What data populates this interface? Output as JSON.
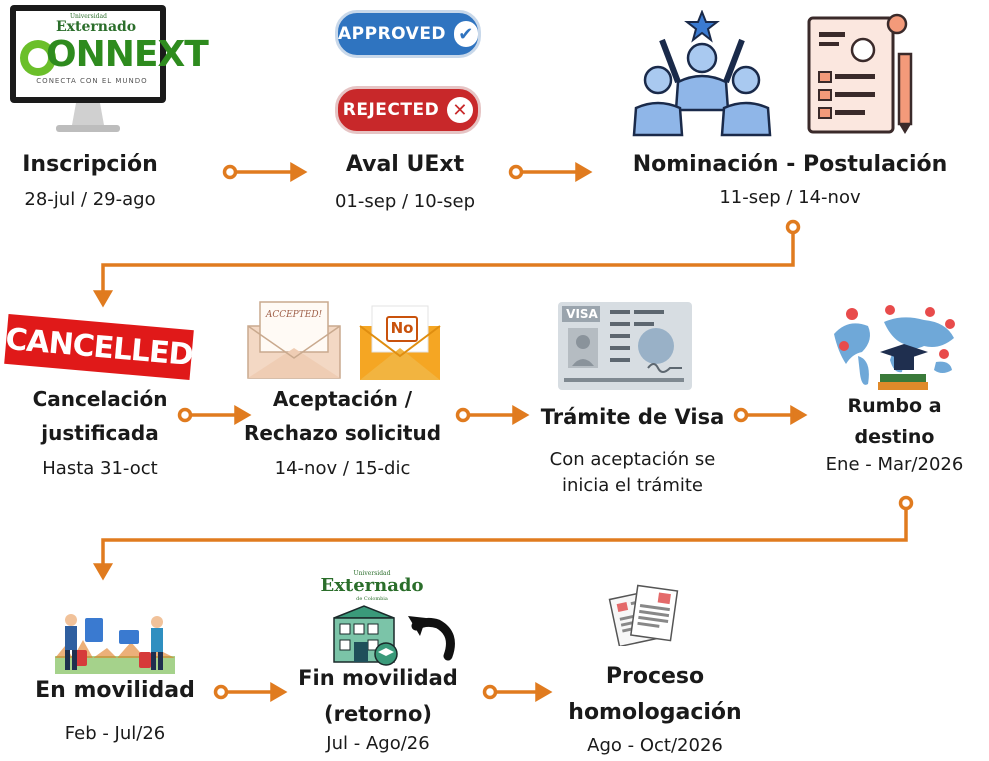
{
  "steps": {
    "inscripcion": {
      "title": "Inscripción",
      "date": "28-jul / 29-ago"
    },
    "aval": {
      "title": "Aval UExt",
      "date": "01-sep / 10-sep"
    },
    "nominacion": {
      "title": "Nominación - Postulación",
      "date": "11-sep / 14-nov"
    },
    "cancelacion": {
      "title_line1": "Cancelación",
      "title_line2": "justificada",
      "date": "Hasta 31-oct"
    },
    "aceptacion": {
      "title_line1": "Aceptación /",
      "title_line2": "Rechazo solicitud",
      "date": "14-nov / 15-dic"
    },
    "visa": {
      "title": "Trámite de Visa",
      "date_line1": "Con aceptación se",
      "date_line2": "inicia el trámite"
    },
    "rumbo": {
      "title_line1": "Rumbo a",
      "title_line2": "destino",
      "date": "Ene - Mar/2026"
    },
    "movilidad": {
      "title": "En movilidad",
      "date": "Feb - Jul/26"
    },
    "fin": {
      "title_line1": "Fin movilidad",
      "title_line2": "(retorno)",
      "date": "Jul - Ago/26"
    },
    "homologacion": {
      "title_line1": "Proceso",
      "title_line2": "homologación",
      "date": "Ago - Oct/2026"
    }
  },
  "images": {
    "connext_brand": "Externado",
    "connext_brand_sub": "Universidad",
    "connext_logo": "ONNEXT",
    "connext_tagline": "CONECTA CON EL MUNDO",
    "approved_stamp": "APPROVED",
    "rejected_stamp": "REJECTED",
    "cancelled_stamp": "CANCELLED",
    "accepted_letter": "ACCEPTED!",
    "no_letter": "No",
    "visa_label": "VISA",
    "externado_logo": "Externado",
    "externado_logo_sub": "Universidad",
    "externado_logo_sub2": "de Colombia"
  },
  "colors": {
    "connector": "#e07b1f",
    "approved": "#2f74c0",
    "rejected": "#c8282a",
    "cancelled": "#e01919"
  }
}
